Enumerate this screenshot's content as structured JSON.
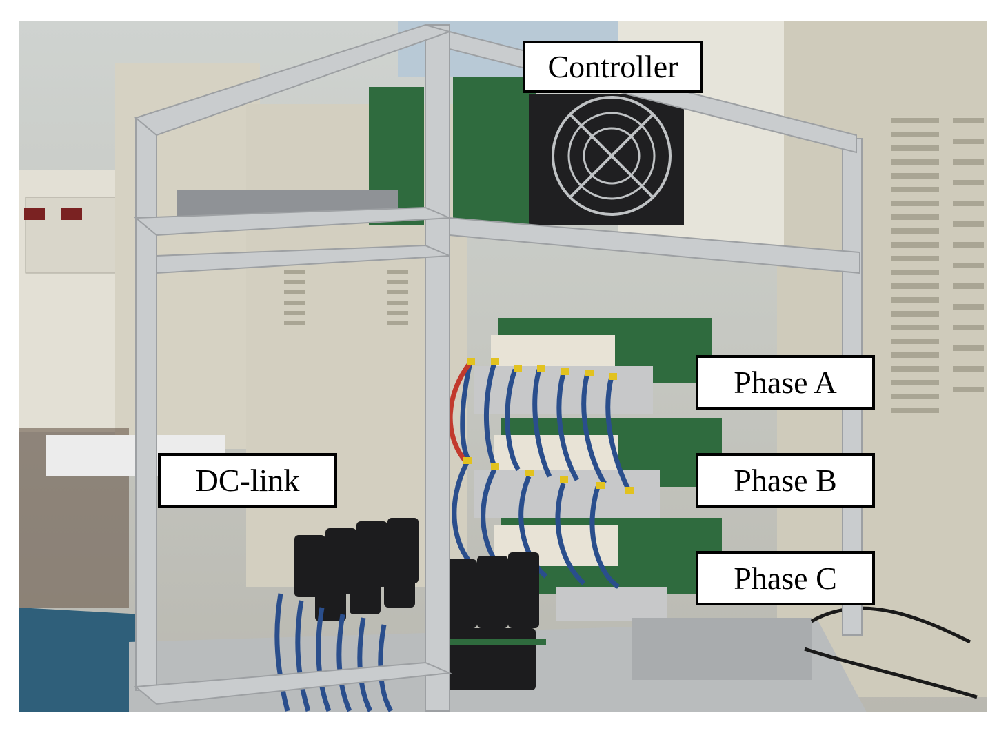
{
  "labels": {
    "controller": "Controller",
    "dc_link": "DC-link",
    "phase_a": "Phase A",
    "phase_b": "Phase B",
    "phase_c": "Phase C"
  },
  "colors": {
    "frame_aluminum": "#c9ccce",
    "pcb_green": "#2f6b3e",
    "cable_blue": "#2a4e8c",
    "capacitor_black": "#1c1c1e",
    "cabinet_beige": "#d8d4c6",
    "label_border": "#000000"
  }
}
